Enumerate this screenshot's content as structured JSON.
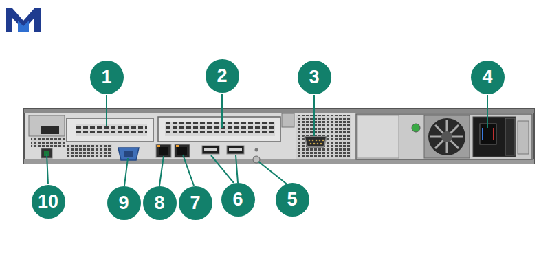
{
  "diagram": {
    "nodes": [
      {
        "text": [
          "1"
        ]
      },
      {
        "text": [
          "2"
        ]
      },
      {
        "text": [
          "3"
        ]
      },
      {
        "text": [
          "4"
        ]
      },
      {
        "text": [
          "10"
        ]
      },
      {
        "text": [
          "9"
        ]
      },
      {
        "text": [
          "8"
        ]
      },
      {
        "text": [
          "7"
        ]
      },
      {
        "text": [
          "6"
        ]
      },
      {
        "text": [
          "5"
        ]
      }
    ]
  }
}
